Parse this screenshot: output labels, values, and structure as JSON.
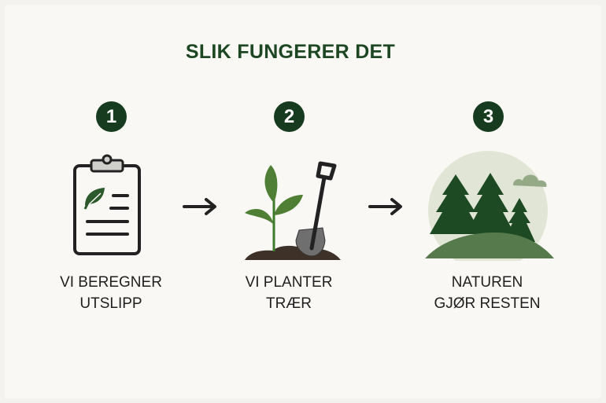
{
  "title": "SLIK FUNGERER DET",
  "steps": [
    {
      "number": "1",
      "line1": "VI BEREGNER",
      "line2": "UTSLIPP",
      "icon": "clipboard-leaf-icon"
    },
    {
      "number": "2",
      "line1": "VI PLANTER",
      "line2": "TRÆR",
      "icon": "sapling-shovel-icon"
    },
    {
      "number": "3",
      "line1": "NATUREN",
      "line2": "GJØR RESTEN",
      "icon": "forest-hill-icon"
    }
  ],
  "colors": {
    "dark_green": "#173b1e",
    "leaf_green": "#4e7f34",
    "hill_green": "#567a4c",
    "sky": "#e1e5d6",
    "cloud": "#94aa86"
  }
}
